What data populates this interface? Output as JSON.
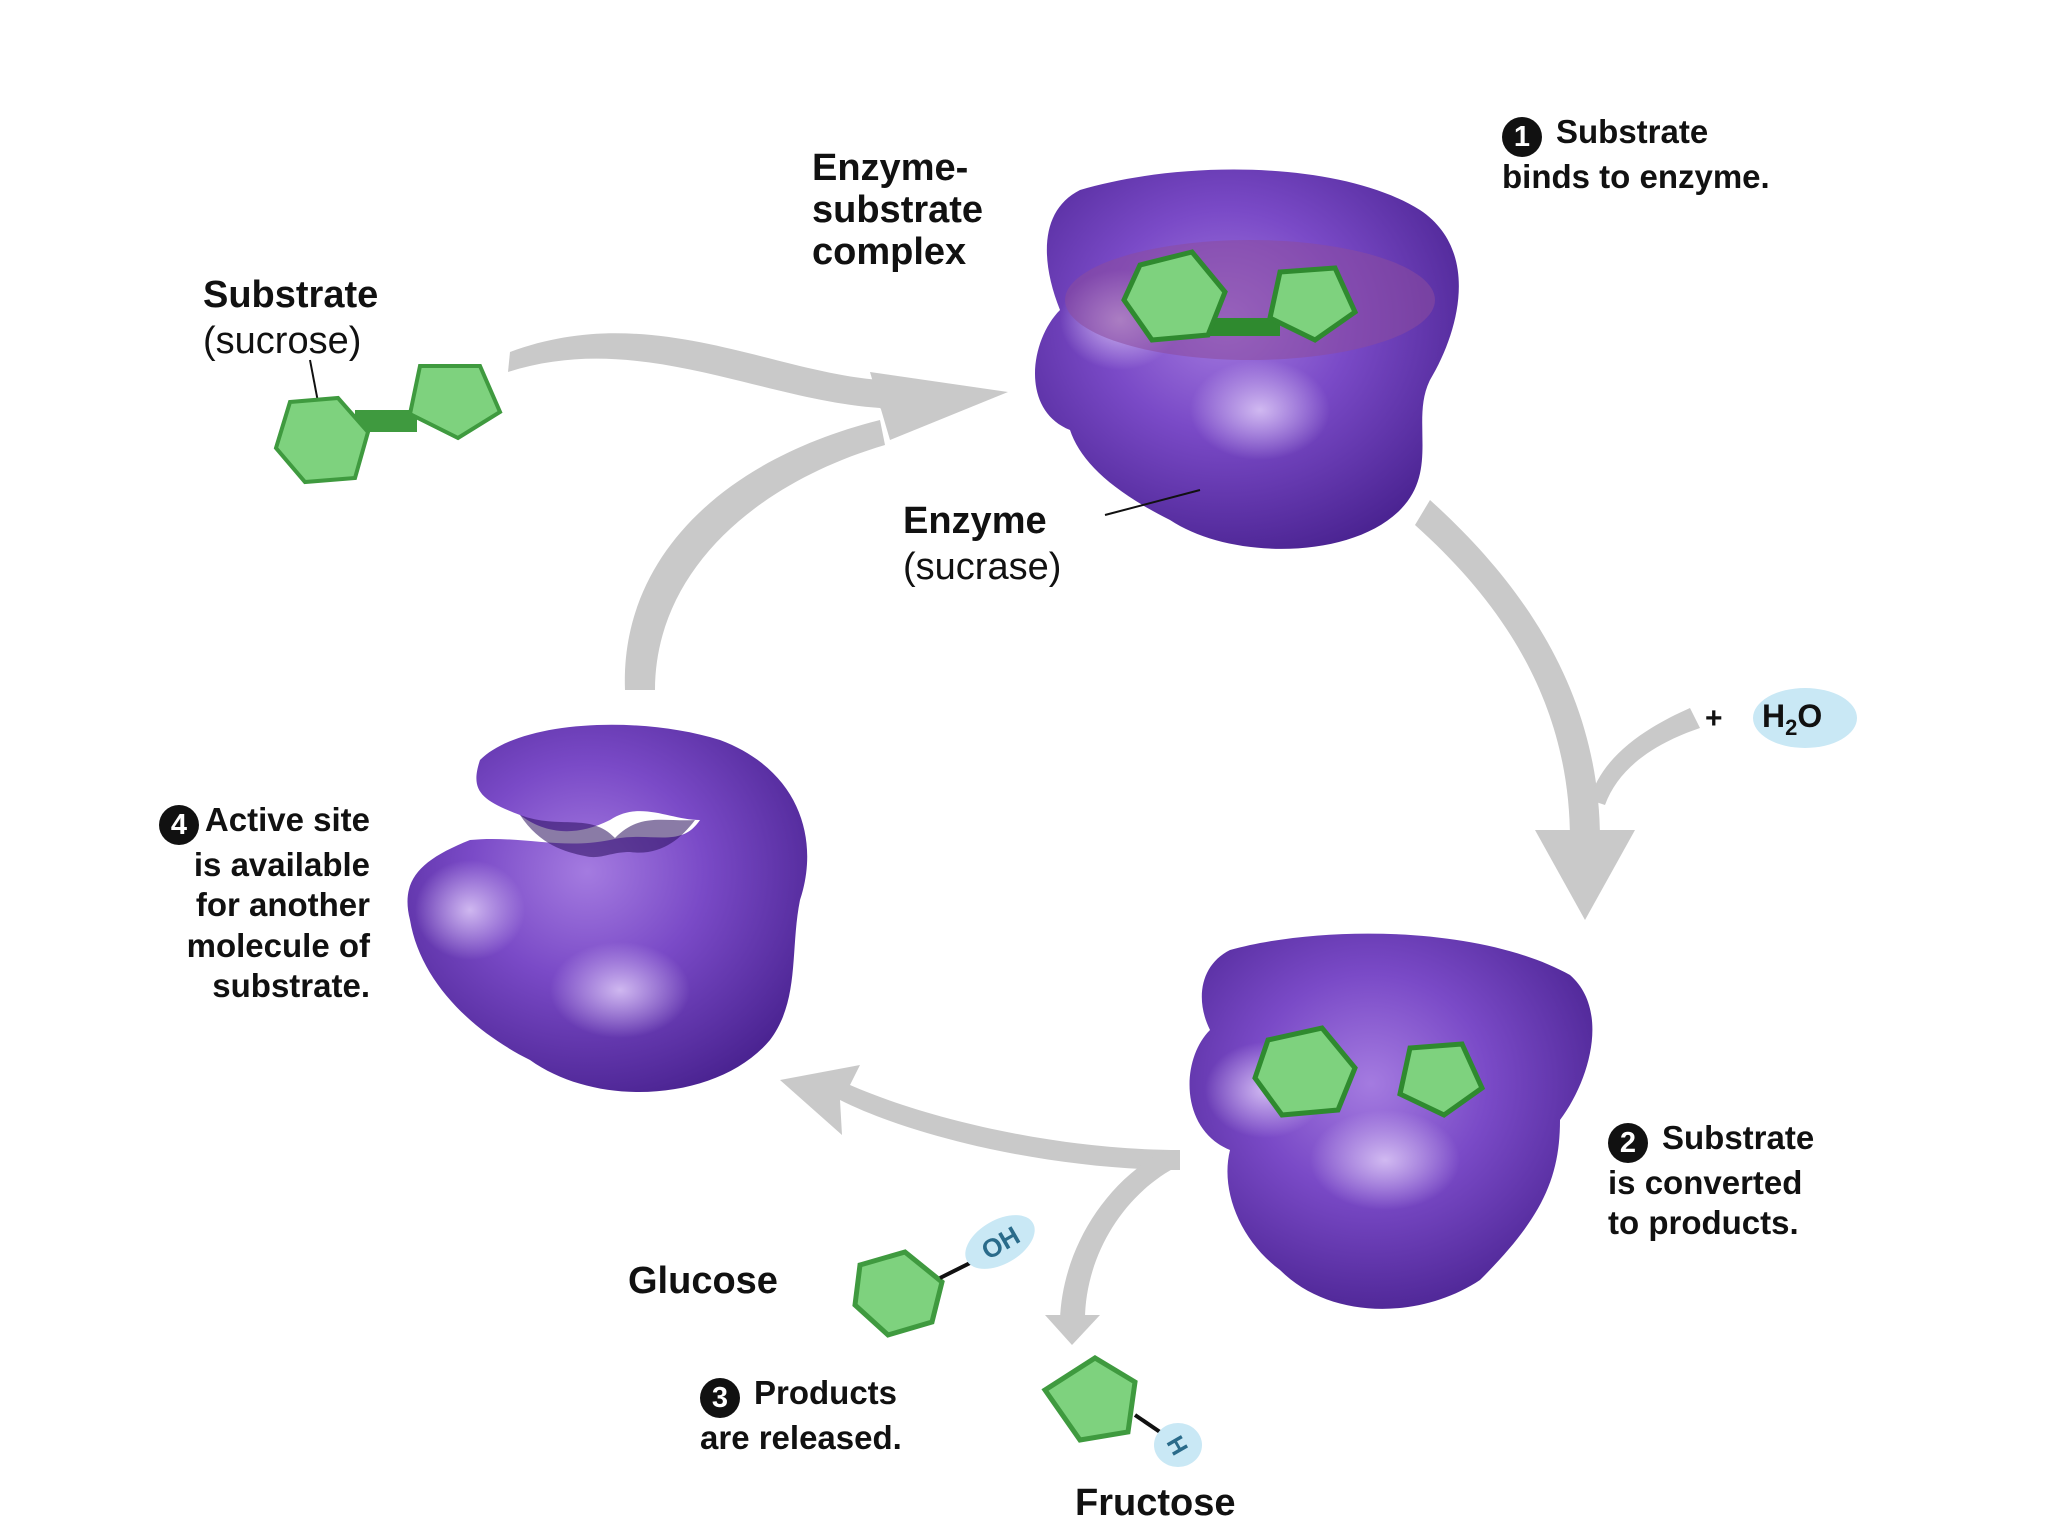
{
  "labels": {
    "substrate": {
      "line1": "Substrate",
      "line2": "(sucrose)"
    },
    "complex": {
      "line1": "Enzyme-",
      "line2": "substrate",
      "line3": "complex"
    },
    "enzyme": {
      "line1": "Enzyme",
      "line2": "(sucrase)"
    },
    "glucose": "Glucose",
    "fructose": "Fructose",
    "water": {
      "h": "H",
      "sub": "2",
      "o": "O",
      "plus": "+"
    },
    "oh": "OH",
    "h": "H"
  },
  "steps": [
    {
      "number": "1",
      "line1": "Substrate",
      "line2": "binds to enzyme."
    },
    {
      "number": "2",
      "line1": "Substrate",
      "line2": "is converted",
      "line3": "to products."
    },
    {
      "number": "3",
      "line1": "Products",
      "line2": "are released."
    },
    {
      "number": "4",
      "line1": "Active site",
      "line2": "is available",
      "line3": "for another",
      "line4": "molecule of",
      "line5": "substrate."
    }
  ],
  "colors": {
    "enzyme": "#6a3bb8",
    "substrate": "#7ed27e",
    "substrate_dark": "#3f9a3f",
    "arrow": "#c9c9c9",
    "water": "#c9e8f5"
  }
}
